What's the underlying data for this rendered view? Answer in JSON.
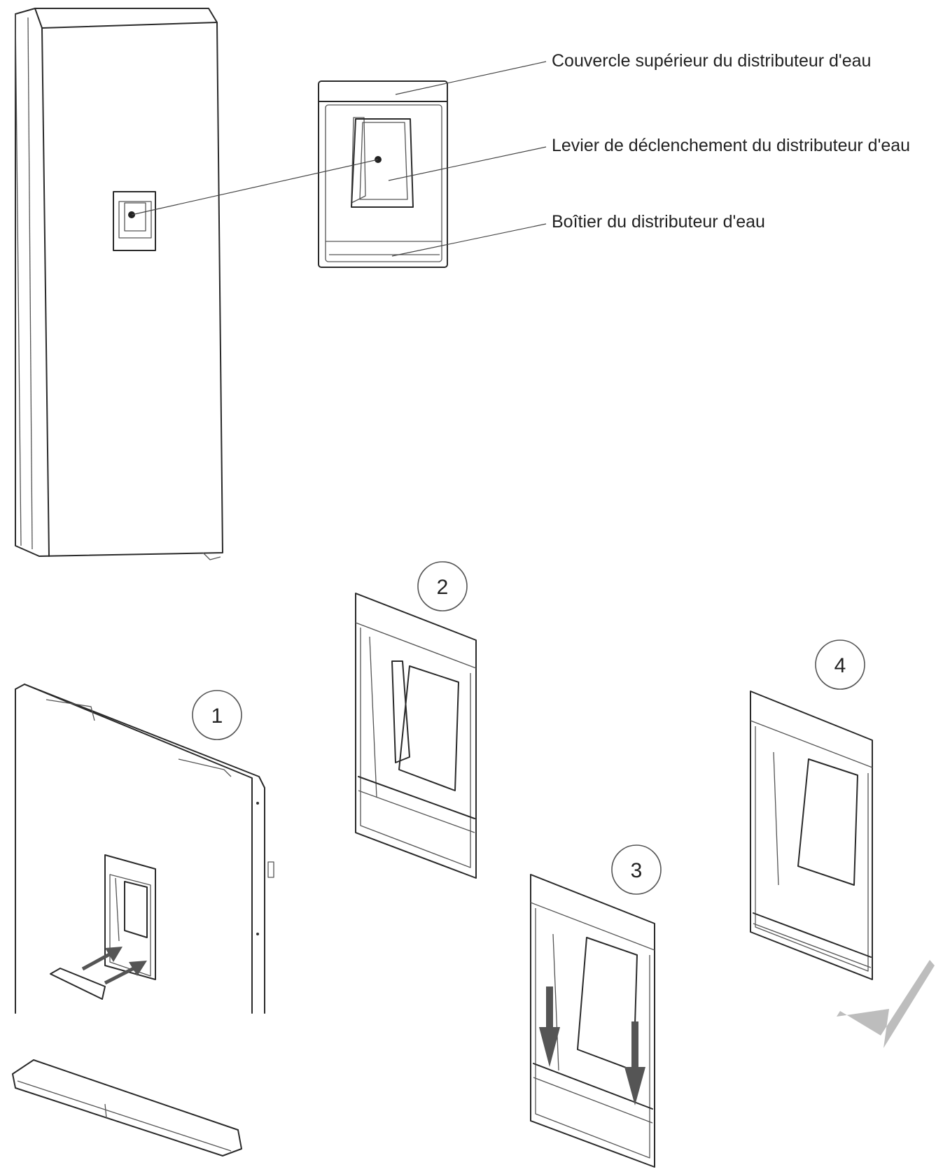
{
  "callouts": {
    "top_cover": "Couvercle supérieur du distributeur d'eau",
    "release_lever": "Levier de déclenchement du distributeur d'eau",
    "housing": "Boîtier du distributeur d'eau"
  },
  "steps": [
    "1",
    "2",
    "3",
    "4"
  ],
  "colors": {
    "outline": "#2a2a2a",
    "arrow": "#555555",
    "checkmark": "#bdbdbd"
  },
  "icons": {
    "arrows": "arrow-icon",
    "done": "checkmark-icon"
  }
}
